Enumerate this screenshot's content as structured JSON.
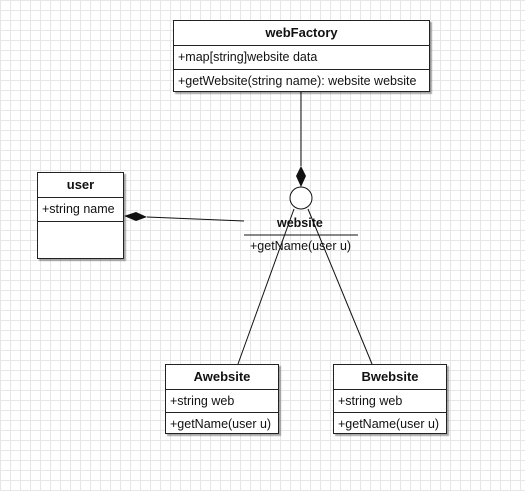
{
  "classes": {
    "webFactory": {
      "name": "webFactory",
      "attributes": [
        "+map[string]website data"
      ],
      "operations": [
        "+getWebsite(string name): website website"
      ]
    },
    "user": {
      "name": "user",
      "attributes": [
        "+string name"
      ],
      "operations": []
    },
    "website": {
      "name": "website",
      "operations": [
        "+getName(user u)"
      ]
    },
    "Awebsite": {
      "name": "Awebsite",
      "attributes": [
        "+string web"
      ],
      "operations": [
        "+getName(user u)"
      ]
    },
    "Bwebsite": {
      "name": "Bwebsite",
      "attributes": [
        "+string web"
      ],
      "operations": [
        "+getName(user u)"
      ]
    }
  },
  "colors": {
    "grid": "#e6e6e6",
    "line": "#111111",
    "box_border": "#222222"
  }
}
